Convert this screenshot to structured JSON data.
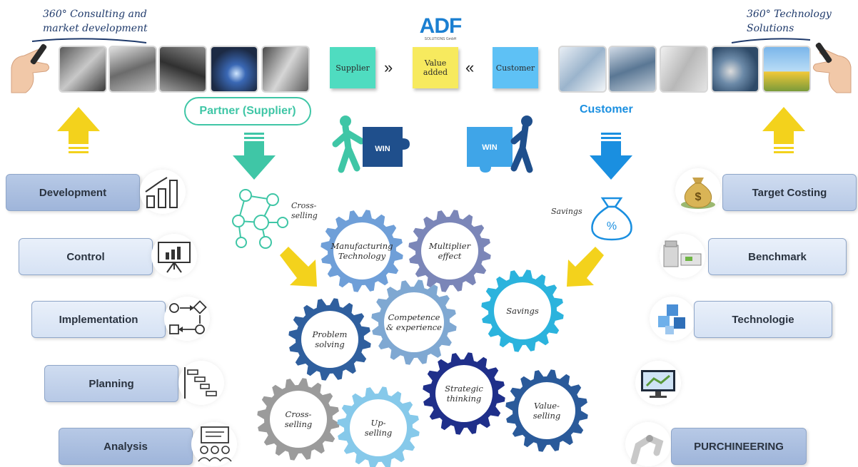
{
  "header": {
    "left_note_line1": "360° Consulting and",
    "left_note_line2": "market development",
    "right_note_line1": "360° Technology",
    "right_note_line2": "Solutions",
    "logo_text": "ADF",
    "logo_subtext": "SOLUTIONS GmbH"
  },
  "flow": {
    "supplier": "Supplier",
    "value_added_line1": "Value",
    "value_added_line2": "added",
    "customer": "Customer"
  },
  "partner_label": "Partner (Supplier)",
  "customer_label": "Customer",
  "win_left": "WIN",
  "win_right": "WIN",
  "cross_selling_line1": "Cross-",
  "cross_selling_line2": "selling",
  "savings_label": "Savings",
  "percent_symbol": "%",
  "left_items": [
    {
      "label": "Development"
    },
    {
      "label": "Control"
    },
    {
      "label": "Implementation"
    },
    {
      "label": "Planning"
    },
    {
      "label": "Analysis"
    }
  ],
  "right_items": [
    {
      "label": "Target Costing"
    },
    {
      "label": "Benchmark"
    },
    {
      "label": "Technologie"
    },
    {
      "label": "PURCHINEERING"
    }
  ],
  "gears": [
    {
      "line1": "Manufacturing",
      "line2": "Technology",
      "color": "#6f9fd8"
    },
    {
      "line1": "Multiplier",
      "line2": "effect",
      "color": "#7b86b8"
    },
    {
      "line1": "Competence",
      "line2": "& experience",
      "color": "#7fa8d2"
    },
    {
      "line1": "Savings",
      "line2": "",
      "color": "#2bb3dd"
    },
    {
      "line1": "Problem",
      "line2": "solving",
      "color": "#2f5f9e"
    },
    {
      "line1": "Strategic",
      "line2": "thinking",
      "color": "#1f2f8a"
    },
    {
      "line1": "Value-",
      "line2": "selling",
      "color": "#2a5a9a"
    },
    {
      "line1": "Cross-",
      "line2": "selling",
      "color": "#9b9b9b"
    },
    {
      "line1": "Up-",
      "line2": "selling",
      "color": "#86c9ea"
    }
  ],
  "colors": {
    "teal": "#3fc6a6",
    "blue": "#1a8fe0",
    "yellow": "#f3d21c",
    "navy": "#1f4f8c"
  }
}
